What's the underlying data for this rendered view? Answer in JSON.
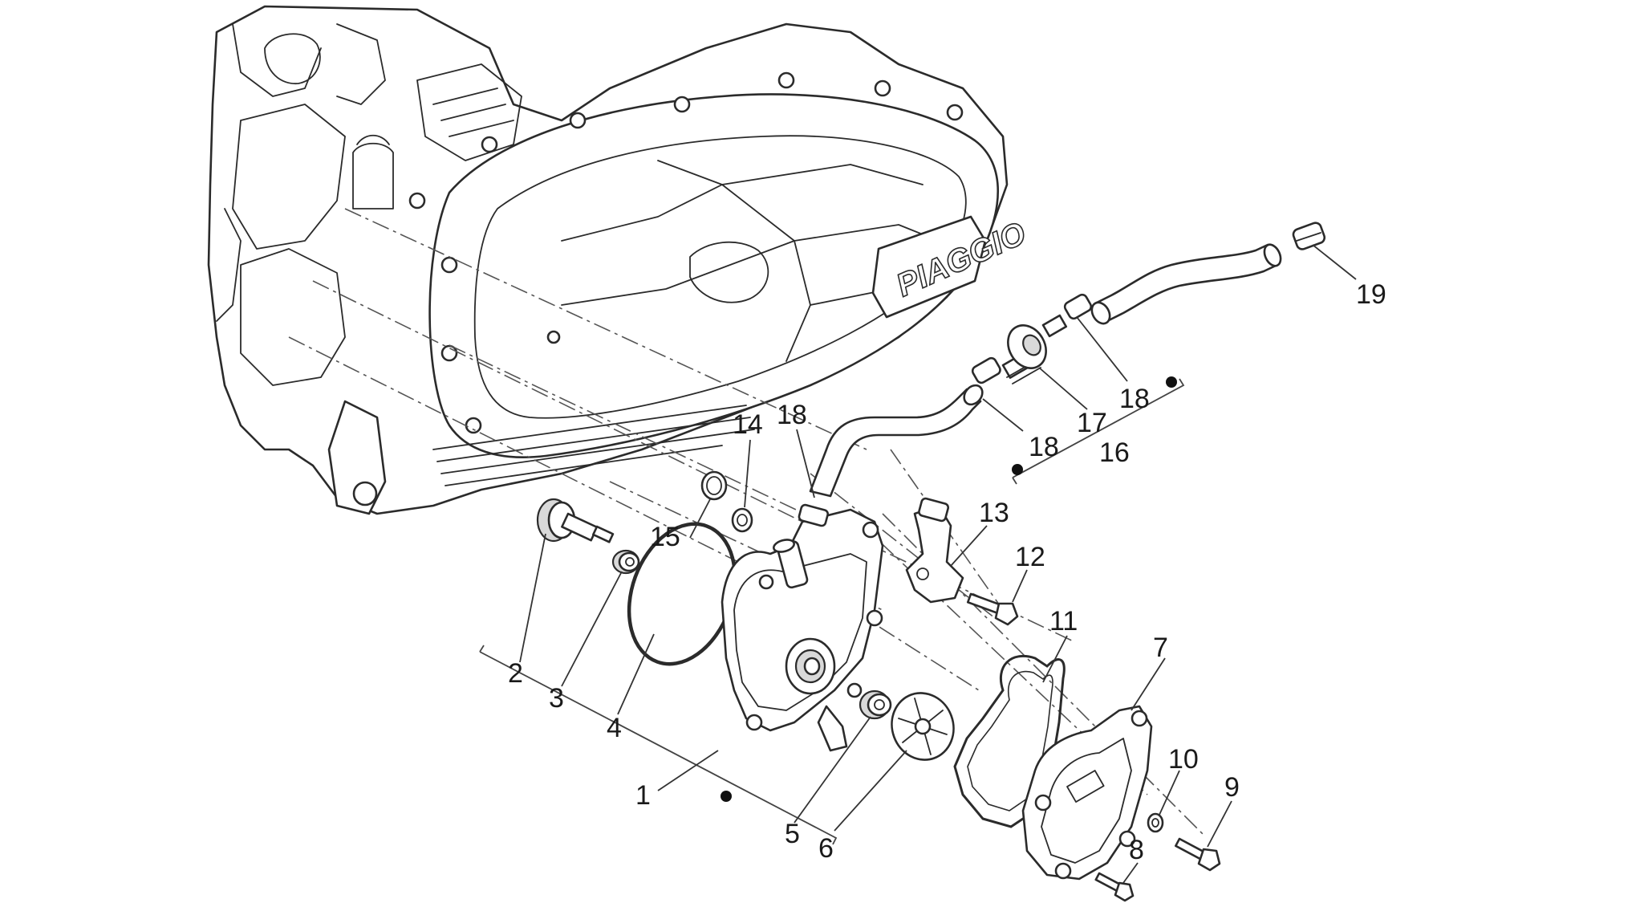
{
  "diagram": {
    "brand_logo": "PIAGGIO",
    "callouts": [
      {
        "id": "c1",
        "label": "1"
      },
      {
        "id": "c2",
        "label": "2"
      },
      {
        "id": "c3",
        "label": "3"
      },
      {
        "id": "c4",
        "label": "4"
      },
      {
        "id": "c5",
        "label": "5"
      },
      {
        "id": "c6",
        "label": "6"
      },
      {
        "id": "c7",
        "label": "7"
      },
      {
        "id": "c8",
        "label": "8"
      },
      {
        "id": "c9",
        "label": "9"
      },
      {
        "id": "c10",
        "label": "10"
      },
      {
        "id": "c11",
        "label": "11"
      },
      {
        "id": "c12",
        "label": "12"
      },
      {
        "id": "c13",
        "label": "13"
      },
      {
        "id": "c14",
        "label": "14"
      },
      {
        "id": "c15",
        "label": "15"
      },
      {
        "id": "c16",
        "label": "16"
      },
      {
        "id": "c17",
        "label": "17"
      },
      {
        "id": "c18a",
        "label": "18"
      },
      {
        "id": "c18b",
        "label": "18"
      },
      {
        "id": "c18c",
        "label": "18"
      },
      {
        "id": "c19",
        "label": "19"
      }
    ]
  }
}
